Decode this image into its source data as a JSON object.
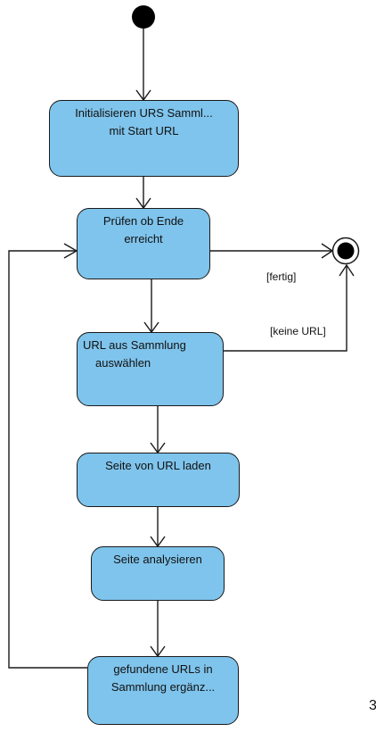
{
  "diagram": {
    "actions": [
      {
        "line1": "Initialisieren URS Samml...",
        "line2": "mit Start URL"
      },
      {
        "line1": "Prüfen ob Ende",
        "line2": "erreicht"
      },
      {
        "line1": "URL aus Sammlung",
        "line2": "auswählen"
      },
      {
        "line1": "Seite von URL laden",
        "line2": ""
      },
      {
        "line1": "Seite analysieren",
        "line2": ""
      },
      {
        "line1": "gefundene URLs in",
        "line2": "Sammlung ergänz..."
      }
    ],
    "guards": {
      "fertig": "[fertig]",
      "keine_url": "[keine URL]"
    },
    "page_number": "3"
  },
  "colors": {
    "action_fill": "#7fc4ec",
    "stroke": "#1a1a1a"
  }
}
